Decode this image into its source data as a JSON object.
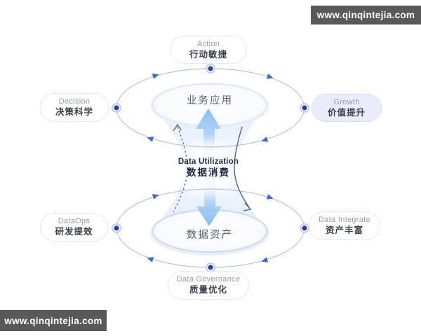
{
  "watermarks": {
    "top_right": "www.qinqintejia.com",
    "bottom_left": "www.qinqintejia.com"
  },
  "diagram": {
    "center": {
      "en": "Data Utilization",
      "zh": "数据消费"
    },
    "top_disc": "业务应用",
    "bottom_disc": "数据资产",
    "nodes": {
      "action": {
        "en": "Action",
        "zh": "行动敏捷"
      },
      "decision": {
        "en": "Decision",
        "zh": "决策科学"
      },
      "growth": {
        "en": "Growth",
        "zh": "价值提升"
      },
      "dataops": {
        "en": "DataOps",
        "zh": "研发提效"
      },
      "integrate": {
        "en": "Data Integrate",
        "zh": "资产丰富"
      },
      "governance": {
        "en": "Data Governance",
        "zh": "质量优化"
      }
    },
    "colors": {
      "orbit_line": "#b6c2dc",
      "orbit_arrow": "#3f69cf",
      "node_dot_core": "#2b3fa8",
      "node_dot_ring": "#c3cdef",
      "flow_arrow_blue": "#8cc2ef",
      "highlight_fill": "#e9edfb",
      "banner_bg": "#59595b"
    }
  }
}
